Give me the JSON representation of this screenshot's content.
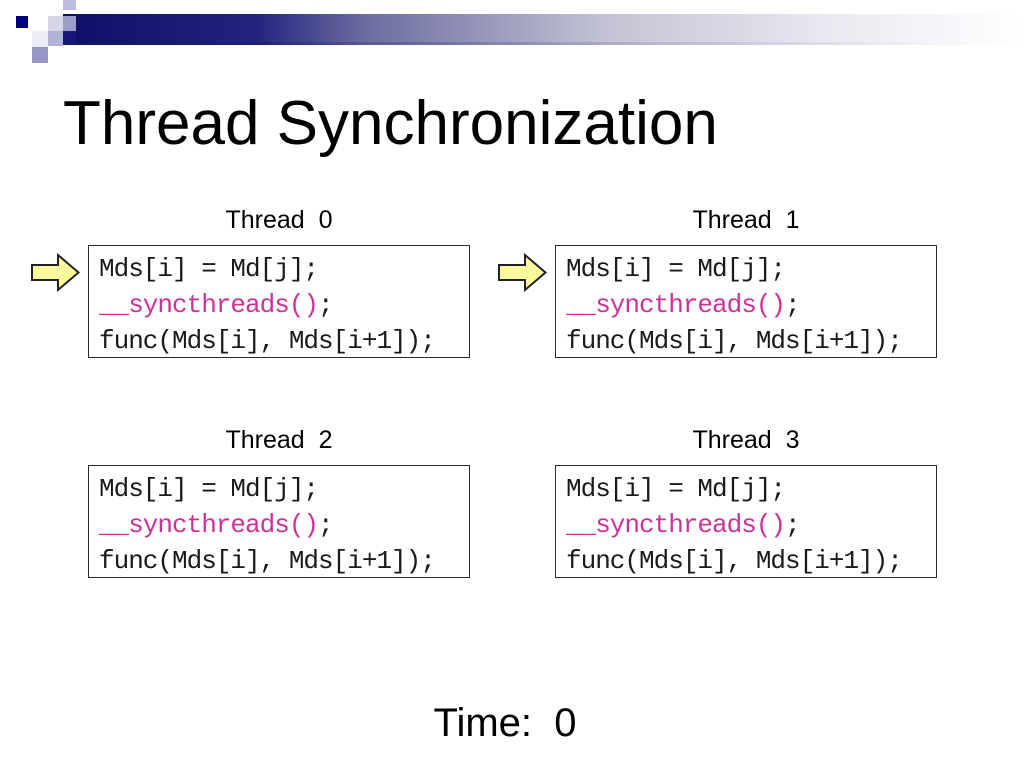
{
  "title": {
    "text": "Thread Synchronization"
  },
  "time": {
    "text": "Time:  0"
  },
  "colors": {
    "sync_highlight_pink": "#cc3399",
    "code_text_black": "#1a1a1a",
    "arrow_fill_yellow": "#fbfb9e",
    "arrow_outline": "#222222",
    "header_bar_dark_navy": "#0f0f68",
    "header_bar_fade_light": "#fdfdff",
    "header_square_navy": "#00007e",
    "header_square_lavender": "#9c9cc8",
    "box_border": "#2a2a2a",
    "slide_background": "#ffffff"
  },
  "threads": [
    {
      "label": "Thread  0",
      "has_arrow": true,
      "code_lines": [
        [
          {
            "text": "Mds[i] = Md[j];",
            "color": "black"
          }
        ],
        [
          {
            "text": "__syncthreads()",
            "color": "pink"
          },
          {
            "text": ";",
            "color": "black"
          }
        ],
        [
          {
            "text": "func(Mds[i], Mds[i+1]);",
            "color": "black"
          }
        ]
      ]
    },
    {
      "label": "Thread  1",
      "has_arrow": true,
      "code_lines": [
        [
          {
            "text": "Mds[i] = Md[j];",
            "color": "black"
          }
        ],
        [
          {
            "text": "__syncthreads()",
            "color": "pink"
          },
          {
            "text": ";",
            "color": "black"
          }
        ],
        [
          {
            "text": "func(Mds[i], Mds[i+1]);",
            "color": "black"
          }
        ]
      ]
    },
    {
      "label": "Thread  2",
      "has_arrow": false,
      "code_lines": [
        [
          {
            "text": "Mds[i] = Md[j];",
            "color": "black"
          }
        ],
        [
          {
            "text": "__syncthreads()",
            "color": "pink"
          },
          {
            "text": ";",
            "color": "black"
          }
        ],
        [
          {
            "text": "func(Mds[i], Mds[i+1]);",
            "color": "black"
          }
        ]
      ]
    },
    {
      "label": "Thread  3",
      "has_arrow": false,
      "code_lines": [
        [
          {
            "text": "Mds[i] = Md[j];",
            "color": "black"
          }
        ],
        [
          {
            "text": "__syncthreads()",
            "color": "pink"
          },
          {
            "text": ";",
            "color": "black"
          }
        ],
        [
          {
            "text": "func(Mds[i], Mds[i+1]);",
            "color": "black"
          }
        ]
      ]
    }
  ]
}
